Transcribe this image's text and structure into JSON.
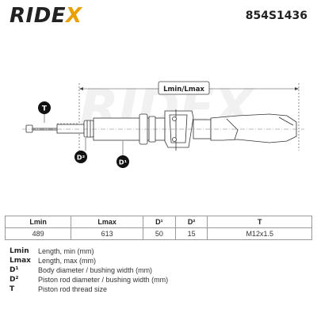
{
  "header": {
    "brand_main": "RIDE",
    "brand_x": "X",
    "part_number": "854S1436"
  },
  "diagram": {
    "watermark": "RIDEX",
    "label_range": "Lmin/Lmax",
    "label_t": "T",
    "label_d2": "D²",
    "label_d1": "D¹"
  },
  "table": {
    "headers": [
      "Lmin",
      "Lmax",
      "D¹",
      "D²",
      "T"
    ],
    "values": [
      "489",
      "613",
      "50",
      "15",
      "M12x1.5"
    ]
  },
  "legend": [
    {
      "key": "Lmin",
      "desc": "Length, min (mm)"
    },
    {
      "key": "Lmax",
      "desc": "Length, max (mm)"
    },
    {
      "key": "D¹",
      "desc": "Body diameter / bushing width (mm)"
    },
    {
      "key": "D²",
      "desc": "Piston rod diameter / bushing width (mm)"
    },
    {
      "key": "T",
      "desc": "Piston rod thread size"
    }
  ],
  "colors": {
    "accent": "#e8a100",
    "callout_fill": "#111111",
    "line": "#333333"
  }
}
